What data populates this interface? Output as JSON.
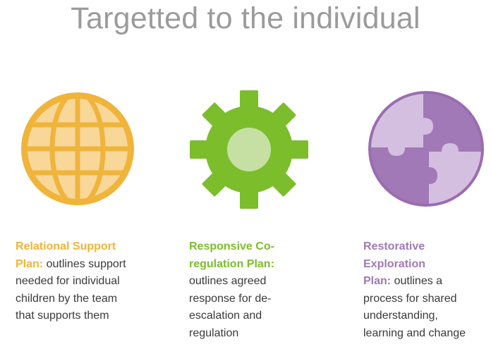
{
  "title": "Targetted to the individual",
  "colors": {
    "relational": "#f0b43a",
    "responsive": "#7cbd2c",
    "restorative": "#a179b6",
    "title": "#9b9b9b"
  },
  "items": [
    {
      "icon": "globe-icon",
      "heading_line1": "Relational Support",
      "heading_line2": "Plan:",
      "line2_rest": " outlines support",
      "line3": "needed for individual",
      "line4": "children by the team",
      "line5": "that supports them"
    },
    {
      "icon": "gear-icon",
      "heading_line1": "Responsive Co-",
      "heading_line2": "regulation Plan:",
      "line3": "outlines agreed",
      "line4": "response for de-",
      "line5": "escalation and",
      "line6": "regulation"
    },
    {
      "icon": "puzzle-icon",
      "heading_line1": "Restorative",
      "heading_line2": "Exploration",
      "heading_line3": "Plan:",
      "line3_rest": " outlines a",
      "line4": "process for shared",
      "line5": "understanding,",
      "line6": "learning and change"
    }
  ]
}
